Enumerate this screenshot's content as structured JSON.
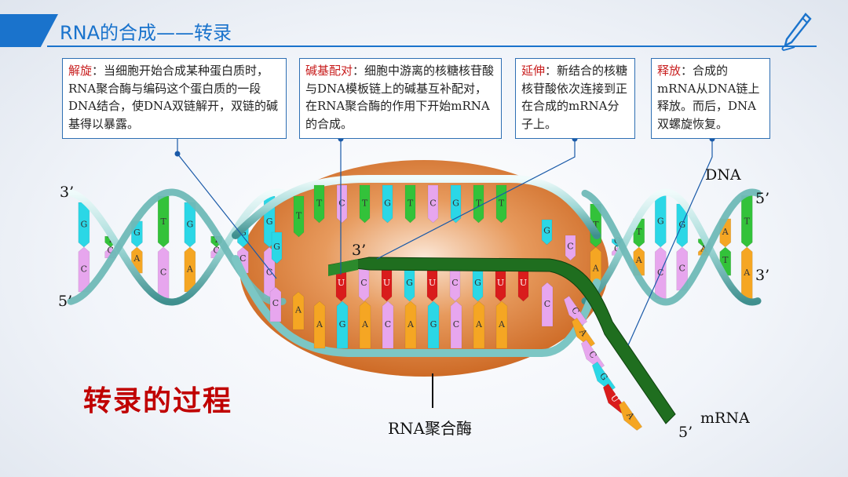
{
  "header": {
    "title": "RNA的合成——转录"
  },
  "boxes": [
    {
      "head": "解旋",
      "text": "：当细胞开始合成某种蛋白质时，RNA聚合酶与编码这个蛋白质的一段DNA结合，使DNA双链解开，双链的碱基得以暴露。"
    },
    {
      "head": "碱基配对",
      "text": "：细胞中游离的核糖核苷酸与DNA模板链上的碱基互补配对，在RNA聚合酶的作用下开始mRNA的合成。"
    },
    {
      "head": "延伸",
      "text": "：新结合的核糖核苷酸依次连接到正在合成的mRNA分子上。"
    },
    {
      "head": "释放",
      "text": "：合成的mRNA从DNA链上释放。而后，DNA双螺旋恢复。"
    }
  ],
  "labels": {
    "dna": "DNA",
    "mrna": "mRNA",
    "enzyme": "RNA聚合酶",
    "process": "转录的过程",
    "left_top": "3’",
    "left_bottom": "5’",
    "right_top": "5’",
    "right_bottom": "3’",
    "rna_start": "3’",
    "rna_end": "5’"
  },
  "sequences": {
    "top_strand": [
      "T",
      "C",
      "T",
      "G",
      "T",
      "C",
      "G",
      "T",
      "T"
    ],
    "template_strand": [
      "A",
      "G",
      "A",
      "C",
      "A",
      "G",
      "C",
      "A",
      "A"
    ],
    "rna_strand": [
      "U",
      "C",
      "U",
      "G",
      "U",
      "C",
      "G",
      "U",
      "U"
    ],
    "tail": [
      "C",
      "A",
      "C",
      "G",
      "U",
      "A"
    ],
    "left_top": [
      "G",
      "T",
      "G",
      "T",
      "G",
      "T",
      "G",
      "G"
    ],
    "left_bottom": [
      "C",
      "C",
      "A",
      "C",
      "A",
      "C",
      "C",
      "C"
    ],
    "right_top": [
      "T",
      "G",
      "T",
      "G",
      "G",
      "T",
      "A",
      "T"
    ],
    "right_bottom": [
      "A",
      "C",
      "A",
      "C",
      "C",
      "A",
      "T",
      "A"
    ]
  },
  "colors": {
    "accent": "#1a73cc",
    "A": "#f5a623",
    "T": "#33c23a",
    "G": "#2bd7e6",
    "C": "#e7a6ee",
    "U": "#d91c1c",
    "mrna": "#1f6e1f",
    "enzyme": "#d2691e",
    "backbone": "#9fd8d6"
  }
}
